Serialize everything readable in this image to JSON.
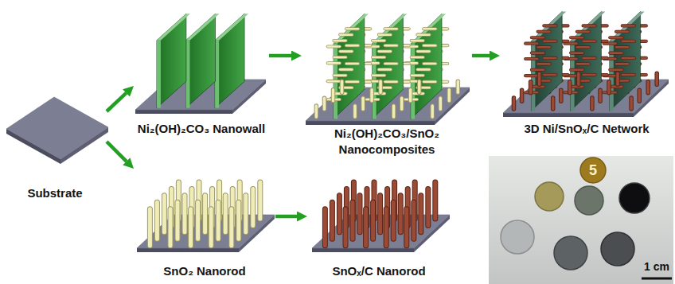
{
  "diagram": {
    "nodes": [
      {
        "text": [
          "Substrate"
        ]
      },
      {
        "text": [
          "Ni₂(OH)₂CO₃ Nanowall"
        ]
      },
      {
        "text": [
          "Ni₂(OH)₂CO₃/SnO₂ Nanocomposites"
        ]
      },
      {
        "text": [
          "3D Ni/SnOₓ/C Network"
        ]
      },
      {
        "text": [
          "SnO₂ Nanorod"
        ]
      },
      {
        "text": [
          "SnOₓ/C Nanorod"
        ]
      }
    ],
    "edges": [
      {
        "from": 0,
        "to": 1,
        "arrow": "to"
      },
      {
        "from": 0,
        "to": 4,
        "arrow": "to"
      },
      {
        "from": 1,
        "to": 2,
        "arrow": "to"
      },
      {
        "from": 2,
        "to": 3,
        "arrow": "to"
      },
      {
        "from": 4,
        "to": 5,
        "arrow": "to"
      }
    ],
    "labels": [
      "5",
      "1 cm"
    ]
  }
}
